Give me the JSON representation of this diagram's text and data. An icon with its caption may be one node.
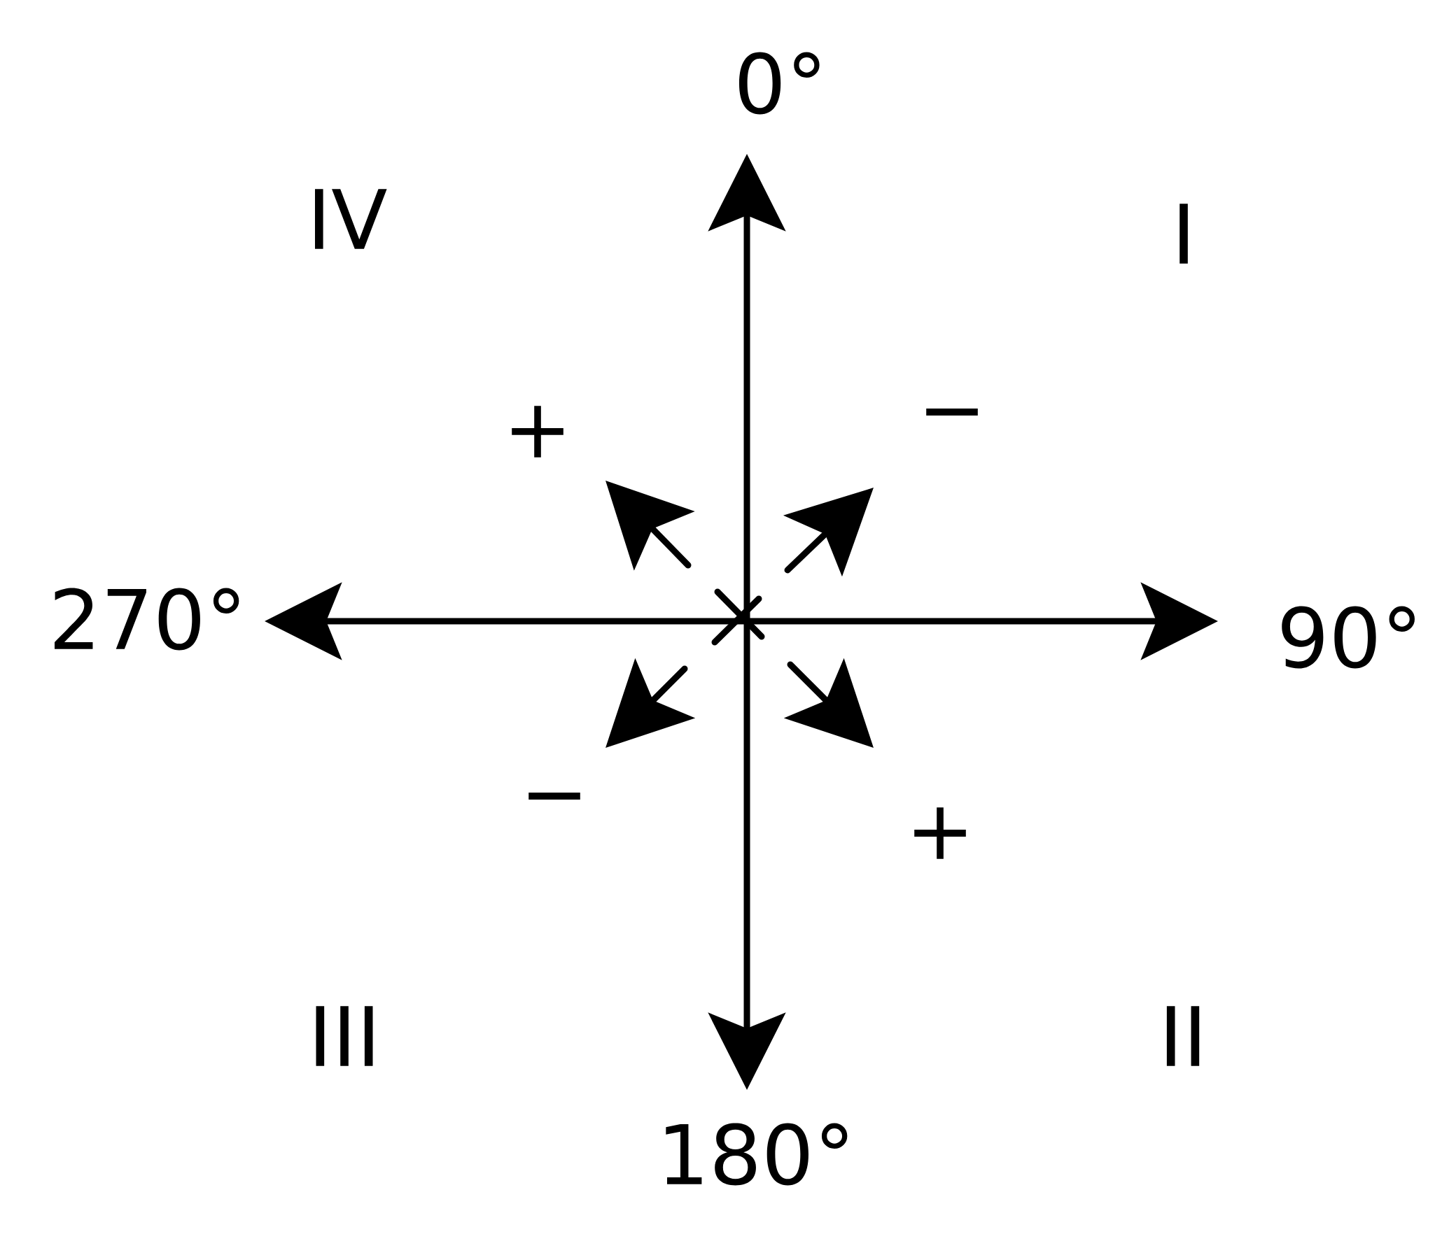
{
  "diagram": {
    "labels": [
      "0°",
      "IV",
      "I",
      "+",
      "−",
      "270°",
      "90°",
      "−",
      "+",
      "III",
      "II",
      "180°"
    ]
  }
}
